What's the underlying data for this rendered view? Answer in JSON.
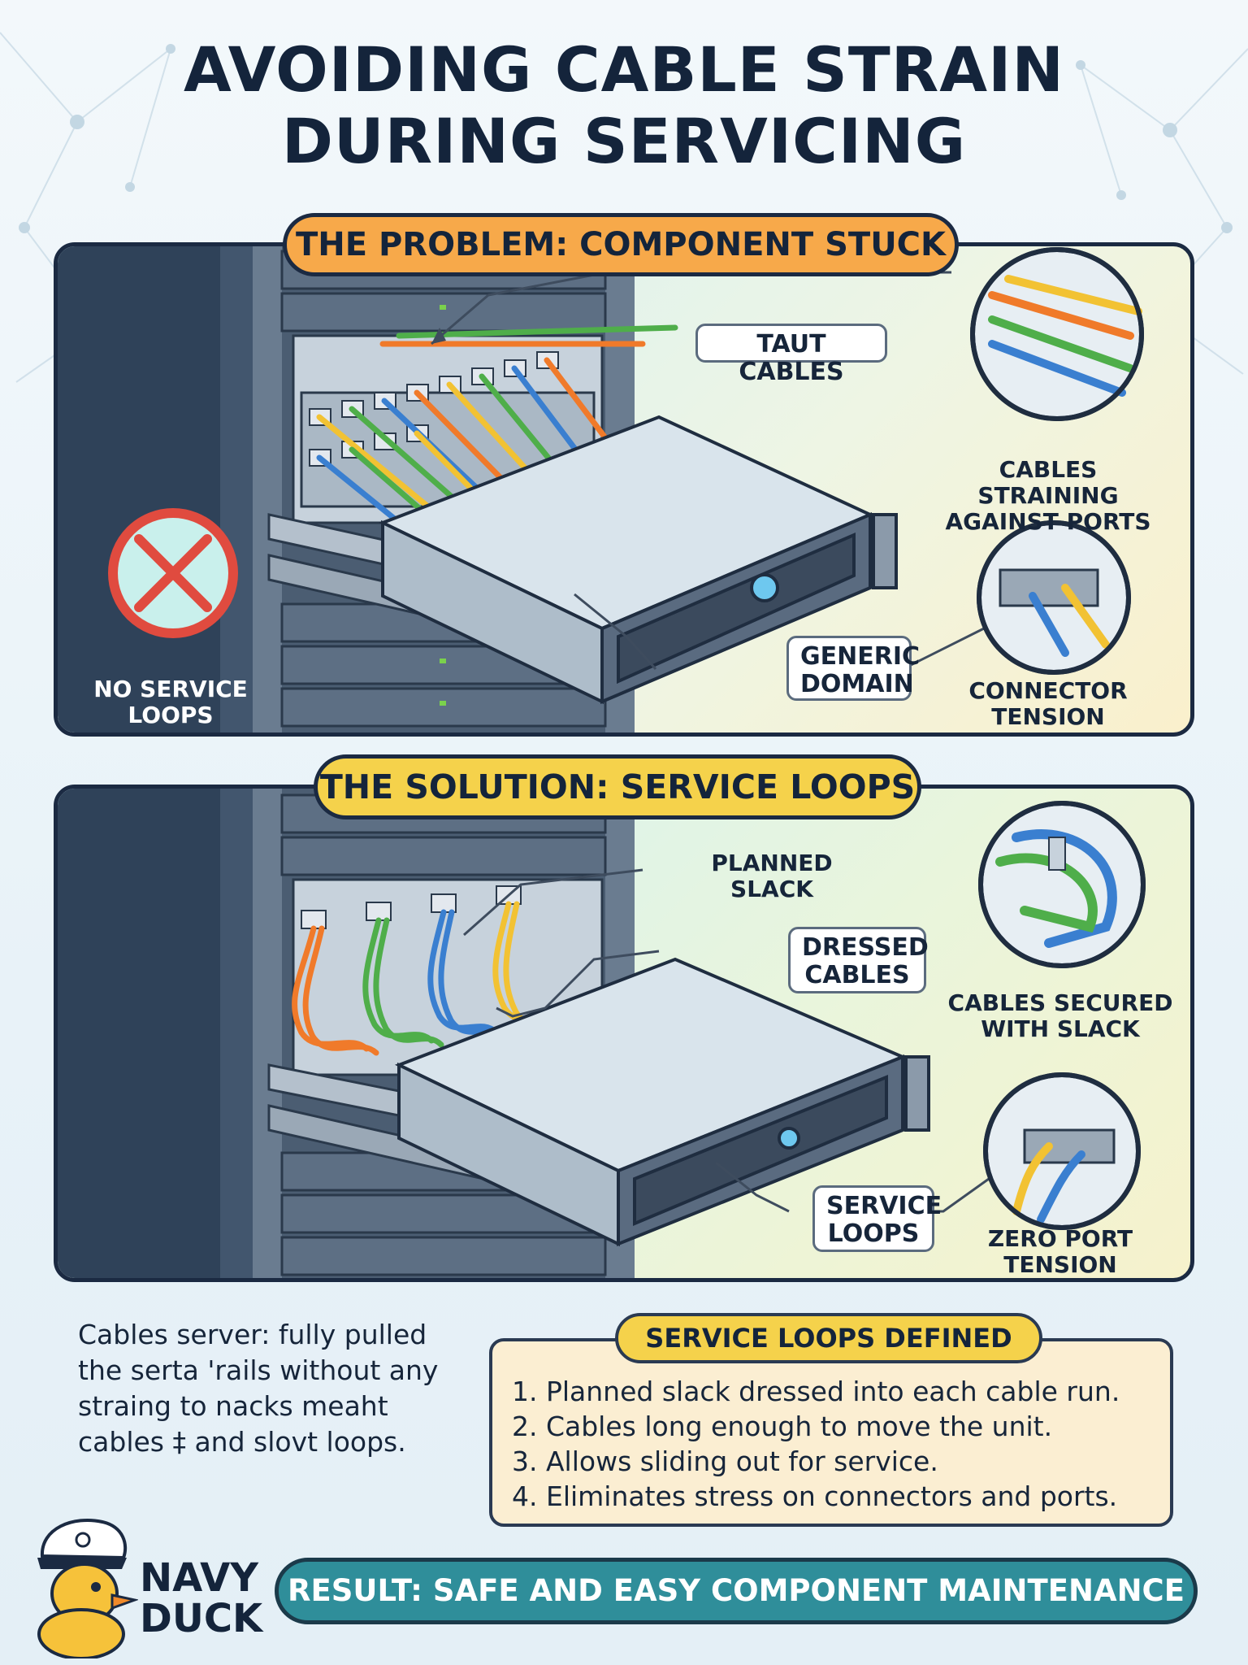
{
  "title": [
    "AVOIDING CABLE STRAIN",
    "DURING SERVICING"
  ],
  "problem": {
    "header": "THE PROBLEM: COMPONENT STUCK",
    "callouts": {
      "taut": "TAUT CABLES",
      "generic": [
        "GENERIC",
        "DOMAIN"
      ]
    },
    "captions": {
      "straining": [
        "CABLES STRAINING",
        "AGAINST PORTS"
      ],
      "tension": [
        "CONNECTOR",
        "TENSION"
      ],
      "no_loops": [
        "NO SERVICE",
        "LOOPS"
      ]
    }
  },
  "solution": {
    "header": "THE SOLUTION: SERVICE LOOPS",
    "callouts": {
      "planned": [
        "PLANNED",
        "SLACK"
      ],
      "dressed": [
        "DRESSED",
        "CABLES"
      ],
      "service": [
        "SERVICE",
        "LOOPS"
      ]
    },
    "captions": {
      "secured": [
        "CABLES SECURED",
        "WITH SLACK"
      ],
      "zero": [
        "ZERO PORT",
        "TENSION"
      ]
    }
  },
  "body_text": [
    "Cables server: fully pulled",
    "the serta 'rails without any",
    "straing to nacks meaht",
    "cables ‡ and slovt loops."
  ],
  "definition": {
    "header": "SERVICE LOOPS DEFINED",
    "items": [
      "1. Planned slack dressed into each cable run.",
      "2. Cables long enough to move the unit.",
      "3. Allows sliding out for service.",
      "4. Eliminates stress on connectors and ports."
    ]
  },
  "result": "RESULT: SAFE AND EASY COMPONENT MAINTENANCE",
  "brand": [
    "NAVY",
    "DUCK"
  ],
  "colors": {
    "problem_header": "#f7a94a",
    "solution_header": "#f5d24b",
    "result_bar": "#2f8e9a",
    "cable_orange": "#f07a2a",
    "cable_green": "#4fae4a",
    "cable_blue": "#3a7fd0",
    "cable_yellow": "#f2c233",
    "warning_red": "#e04b3f"
  },
  "icons": [
    "network-background",
    "server-rack",
    "server-chassis",
    "no-entry-icon",
    "magnifier-circle",
    "duck-mascot",
    "captain-hat-icon"
  ]
}
